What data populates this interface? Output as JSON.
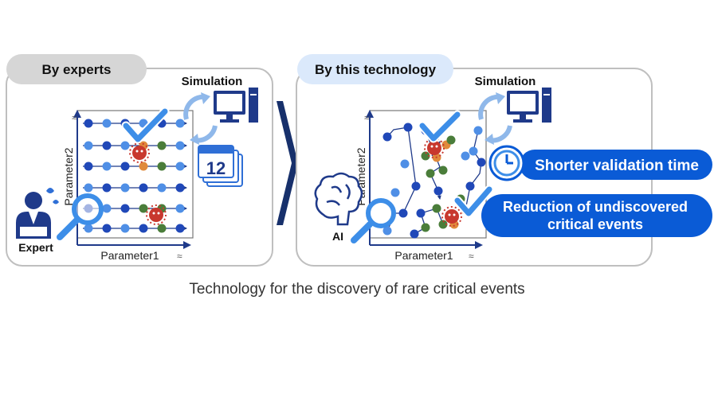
{
  "left_panel": {
    "title": "By experts",
    "simulation_label": "Simulation",
    "calendar_day": "12",
    "actor_label": "Expert",
    "x_axis_label": "Parameter1",
    "y_axis_label": "Parameter2"
  },
  "right_panel": {
    "title": "By this technology",
    "simulation_label": "Simulation",
    "actor_label": "AI",
    "x_axis_label": "Parameter1",
    "y_axis_label": "Parameter2",
    "benefit_1": "Shorter validation time",
    "benefit_2_line1": "Reduction of undiscovered",
    "benefit_2_line2": "critical events"
  },
  "caption": "Technology for the discovery of rare critical events",
  "colors": {
    "navy": "#1f3a8a",
    "dot_dark": "#2048b8",
    "dot_light": "#4f8fe6",
    "orange": "#e08a3c",
    "green": "#4a7d3a",
    "virus": "#c8382e",
    "check": "#3d8ee8",
    "pill": "#0a5bd6"
  }
}
